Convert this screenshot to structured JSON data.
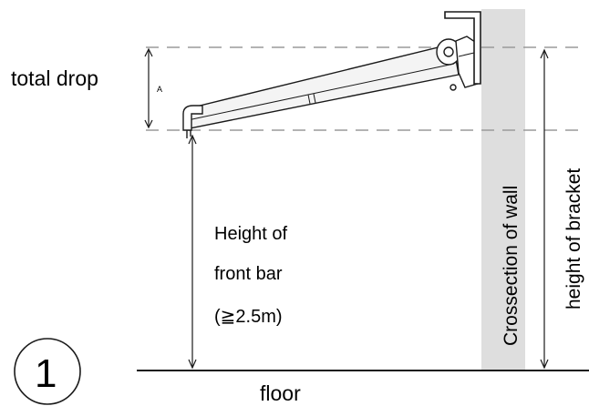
{
  "labels": {
    "total_drop": "total drop",
    "dim_a": "A",
    "height_front_1": "Height of",
    "height_front_2": "front bar",
    "height_front_3": "(≧2.5m)",
    "wall": "Crossection of wall",
    "bracket": "height of bracket",
    "floor": "floor",
    "step": "1"
  },
  "colors": {
    "wall_fill": "#dedede",
    "line": "#1a1a1a",
    "dash": "#9a9a9a",
    "awning_fill": "#f4f4f4"
  }
}
